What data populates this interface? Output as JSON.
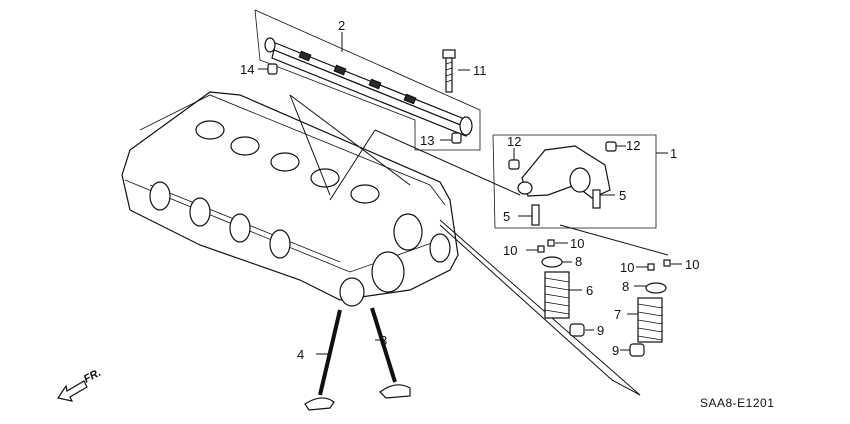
{
  "diagram": {
    "code": "SAA8-E1201",
    "direction_label": "FR.",
    "callouts": {
      "c1": "1",
      "c2": "2",
      "c3": "3",
      "c4": "4",
      "c5a": "5",
      "c5b": "5",
      "c6": "6",
      "c7": "7",
      "c8a": "8",
      "c8b": "8",
      "c9a": "9",
      "c9b": "9",
      "c10a": "10",
      "c10b": "10",
      "c10c": "10",
      "c10d": "10",
      "c11": "11",
      "c12a": "12",
      "c12b": "12",
      "c13": "13",
      "c14": "14"
    }
  }
}
